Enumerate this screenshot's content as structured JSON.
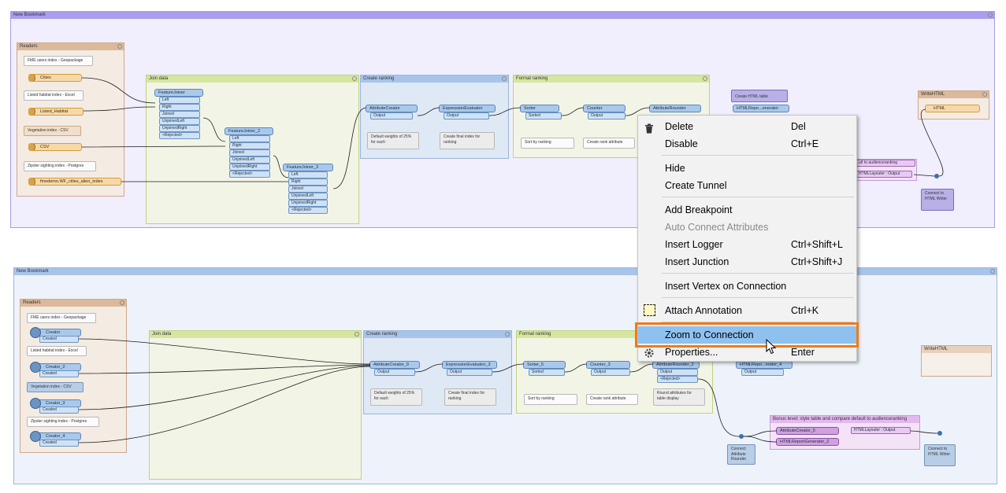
{
  "bookmark_top": {
    "title": "New Bookmark",
    "readers_group": {
      "title": "Readers",
      "items": [
        {
          "label": "FME users index - Geopackage",
          "feature": "Cities"
        },
        {
          "label": "Listed habitat index - Excel",
          "feature": "Listed_Habitat"
        },
        {
          "label": "Vegetation index - CSV",
          "feature": "CSV"
        },
        {
          "label": "Zipsler sighting index - Postgres",
          "feature": "fmedemo.WF_cities_alien_index"
        }
      ]
    },
    "join_data": {
      "title": "Join data",
      "joiner1": {
        "name": "FeatureJoiner",
        "ports": [
          "Left",
          "Right",
          "Joined",
          "UnjoinedLeft",
          "UnjoinedRight",
          "<Rejected>"
        ]
      },
      "joiner2": {
        "name": "FeatureJoiner_2",
        "ports": [
          "Left",
          "Right",
          "Joined",
          "UnjoinedLeft",
          "UnjoinedRight",
          "<Rejected>"
        ]
      },
      "joiner3": {
        "name": "FeatureJoiner_3",
        "ports": [
          "Left",
          "Right",
          "Joined",
          "UnjoinedLeft",
          "UnjoinedRight",
          "<Rejected>"
        ]
      }
    },
    "create_ranking": {
      "title": "Create ranking",
      "attr_creator": "AttributeCreator",
      "expr_eval": "ExpressionEvaluator",
      "output": "Output",
      "note1": "Default weights of 25% for each",
      "note2": "Create final index for ranking"
    },
    "format_ranking": {
      "title": "Format ranking",
      "sorter": "Sorter",
      "sorted": "Sorted",
      "counter": "Counter",
      "output": "Output",
      "rounder": "AttributeRounder",
      "note1": "Sort by ranking",
      "note2": "Create rank attribute"
    },
    "create_html_table": "Create HTML table",
    "html_report": "HTMLRepo...enerator",
    "bonus_layouter": "...ult to audienceranking",
    "html_layouter": "HTMLLayouter : Output",
    "connect_html": "Connect to HTML Writer",
    "writer": {
      "title": "WriteHTML",
      "feature": "HTML"
    }
  },
  "bookmark_bottom": {
    "title": "New Bookmark",
    "readers_group": {
      "title": "Readers",
      "items": [
        {
          "label": "FME users index - Geopackage",
          "creator": "Creator",
          "port": "Created"
        },
        {
          "label": "Listed habitat index - Excel",
          "creator": "Creator_2",
          "port": "Created"
        },
        {
          "label": "Vegetation index - CSV",
          "creator": "Creator_3",
          "port": "Created"
        },
        {
          "label": "Zipsler sighting index - Postgres",
          "creator": "Creator_4",
          "port": "Created"
        }
      ]
    },
    "join_data": {
      "title": "Join data"
    },
    "create_ranking": {
      "title": "Create ranking",
      "attr_creator": "AttributeCreator_9",
      "expr_eval": "ExpressionEvaluator_3",
      "output": "Output",
      "note1": "Default weights of 25% for each",
      "note2": "Create final index for ranking"
    },
    "format_ranking": {
      "title": "Format ranking",
      "sorter": "Sorter_5",
      "sorted": "Sorted",
      "counter": "Counter_3",
      "output": "Output",
      "rounder": "AttributeRounder_2",
      "rejected": "<Rejected>",
      "note1": "Sort by ranking",
      "note2": "Create rank attribute",
      "note3": "Round attributes for table display"
    },
    "html_report": "HTMLRepo...erator_4",
    "connect_attr": "Connect Attribute Rounder",
    "bonus": {
      "title": "Bonus level: style table and compare default to audienceranking",
      "attr_creator": "AttributeCreator_5",
      "report_gen": "HTMLReportGenerator_2",
      "layouter": "HTMLLayouter : Output"
    },
    "connect_html": "Connect to HTML Writer",
    "writer": {
      "title": "WriteHTML"
    }
  },
  "context_menu": {
    "items": [
      {
        "label": "Delete",
        "shortcut": "Del",
        "icon": "trash-icon"
      },
      {
        "label": "Disable",
        "shortcut": "Ctrl+E"
      },
      {
        "label": "Hide",
        "shortcut": ""
      },
      {
        "label": "Create Tunnel",
        "shortcut": ""
      },
      {
        "label": "Add Breakpoint",
        "shortcut": ""
      },
      {
        "label": "Auto Connect Attributes",
        "shortcut": "",
        "disabled": true
      },
      {
        "label": "Insert Logger",
        "shortcut": "Ctrl+Shift+L"
      },
      {
        "label": "Insert Junction",
        "shortcut": "Ctrl+Shift+J"
      },
      {
        "label": "Insert Vertex on Connection",
        "shortcut": ""
      },
      {
        "label": "Attach Annotation",
        "shortcut": "Ctrl+K",
        "icon": "annotation-icon"
      },
      {
        "label": "Zoom to Connection",
        "shortcut": "",
        "selected": true
      },
      {
        "label": "Properties...",
        "shortcut": "Enter",
        "icon": "gear-icon"
      }
    ],
    "highlight_color": "#f07a1a",
    "selected_color": "#8ec1f0"
  }
}
